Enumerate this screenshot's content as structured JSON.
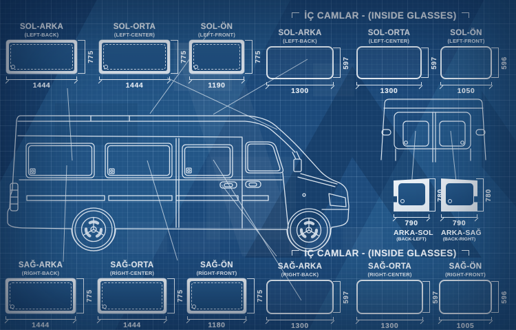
{
  "headers": {
    "inside_top": "İÇ CAMLAR - (INSIDE GLASSES)",
    "inside_bottom": "İÇ CAMLAR - (INSIDE GLASSES)"
  },
  "outside_left": {
    "items": [
      {
        "title": "SOL-ARKA",
        "subtitle": "(LEFT-BACK)",
        "width_mm": "1444",
        "height_mm": "775"
      },
      {
        "title": "SOL-ORTA",
        "subtitle": "(LEFT-CENTER)",
        "width_mm": "1444",
        "height_mm": "775"
      },
      {
        "title": "SOL-ÖN",
        "subtitle": "(LEFT-FRONT)",
        "width_mm": "1190",
        "height_mm": "775"
      }
    ]
  },
  "inside_left": {
    "items": [
      {
        "title": "SOL-ARKA",
        "subtitle": "(LEFT-BACK)",
        "width_mm": "1300",
        "height_mm": "597"
      },
      {
        "title": "SOL-ORTA",
        "subtitle": "(LEFT-CENTER)",
        "width_mm": "1300",
        "height_mm": "597"
      },
      {
        "title": "SOL-ÖN",
        "subtitle": "(LEFT-FRONT)",
        "width_mm": "1050",
        "height_mm": "596"
      }
    ]
  },
  "outside_right": {
    "items": [
      {
        "title": "SAĞ-ARKA",
        "subtitle": "(RİGHT-BACK)",
        "width_mm": "1444",
        "height_mm": "775"
      },
      {
        "title": "SAĞ-ORTA",
        "subtitle": "(RİGHT-CENTER)",
        "width_mm": "1444",
        "height_mm": "775"
      },
      {
        "title": "SAĞ-ÖN",
        "subtitle": "(RİGHT-FRONT)",
        "width_mm": "1180",
        "height_mm": "775"
      }
    ]
  },
  "inside_right": {
    "items": [
      {
        "title": "SAĞ-ARKA",
        "subtitle": "(RIGHT-BACK)",
        "width_mm": "1300",
        "height_mm": "597"
      },
      {
        "title": "SAĞ-ORTA",
        "subtitle": "(RIGHT-CENTER)",
        "width_mm": "1300",
        "height_mm": "597"
      },
      {
        "title": "SAĞ-ÖN",
        "subtitle": "(RIGHT-FRONT)",
        "width_mm": "1005",
        "height_mm": "596"
      }
    ]
  },
  "back_glasses": {
    "items": [
      {
        "title": "ARKA-SOL",
        "subtitle": "(BACK-LEFT)",
        "width_mm": "790",
        "height_mm": "780"
      },
      {
        "title": "ARKA-SAĞ",
        "subtitle": "(BACK-RIGHT)",
        "width_mm": "790",
        "height_mm": "780"
      }
    ]
  },
  "colors": {
    "background": "#1f4e80",
    "line": "#ffffff",
    "panel_fill": "#e9eef4"
  }
}
